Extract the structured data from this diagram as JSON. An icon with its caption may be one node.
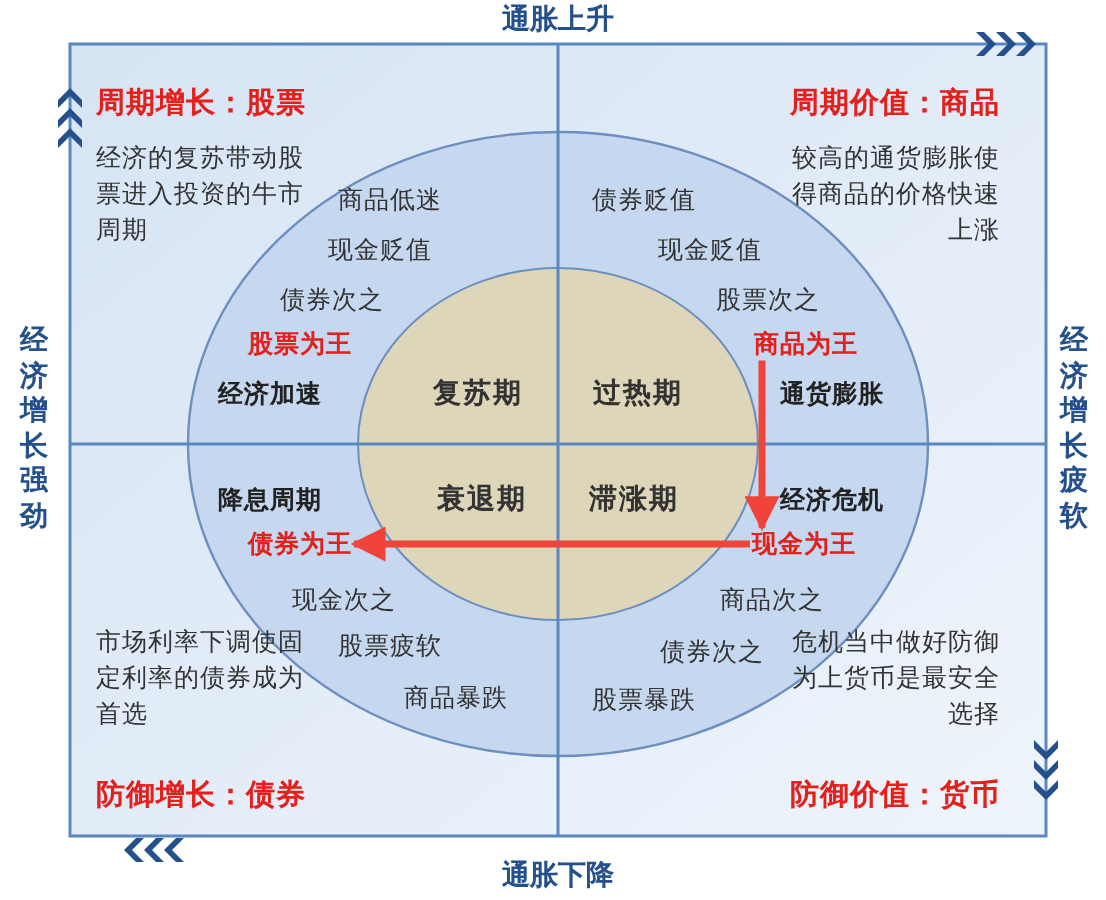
{
  "diagram": {
    "nodes": [
      {
        "text": [
          "复苏期"
        ]
      },
      {
        "text": [
          "过热期"
        ]
      },
      {
        "text": [
          "衰退期"
        ]
      },
      {
        "text": [
          "滞涨期"
        ]
      },
      {
        "text": [
          "商品为王"
        ]
      },
      {
        "text": [
          "现金为王"
        ]
      },
      {
        "text": [
          "债券为王"
        ]
      }
    ],
    "edges": [
      {
        "from": 4,
        "to": 5,
        "arrow": "to"
      },
      {
        "from": 5,
        "to": 6,
        "arrow": "to"
      }
    ],
    "labels": [
      "通胀上升",
      "周期增长：股票",
      "周期价值：商品",
      "经济的复苏带动股票进入投资的牛市周期",
      "较高的通货膨胀使得商品的价格快速上涨",
      "商品低迷",
      "债券贬值",
      "现金贬值",
      "现金贬值",
      "债券次之",
      "股票次之",
      "股票为王",
      "经济加速",
      "通货膨胀",
      "经济增长强劲",
      "经济增长疲软",
      "降息周期",
      "经济危机",
      "现金次之",
      "商品次之",
      "股票疲软",
      "债券次之",
      "市场利率下调使固定利率的债券成为首选",
      "危机当中做好防御为上货币是最安全选择",
      "商品暴跌",
      "股票暴跌",
      "防御增长：债券",
      "防御价值：货币",
      "通胀下降"
    ]
  }
}
